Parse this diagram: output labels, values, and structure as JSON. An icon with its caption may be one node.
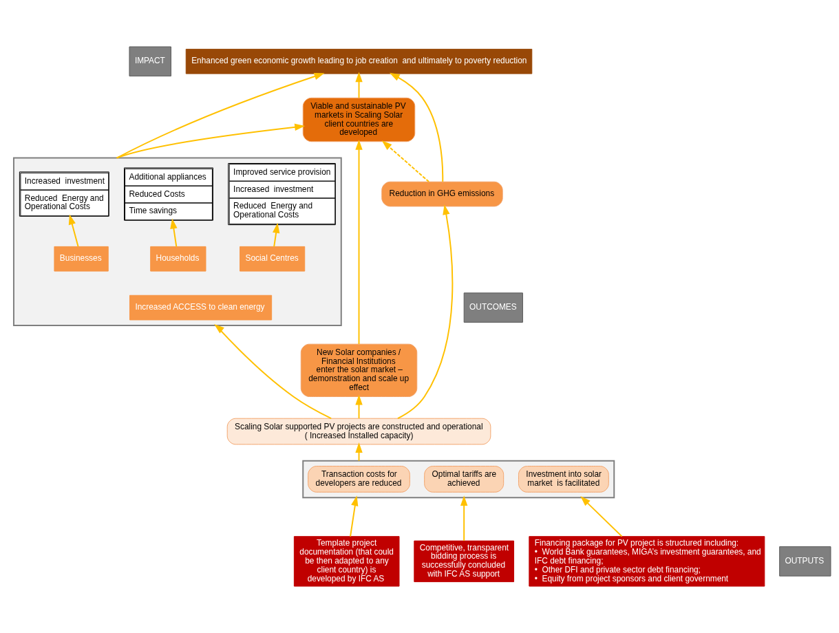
{
  "diagram": {
    "nodes": [
      {
        "text": [
          "IMPACT"
        ]
      },
      {
        "text": [
          "Enhanced green economic growth leading to job creation  and ultimately to poverty reduction"
        ]
      },
      {
        "text": [
          "Viable and sustainable PV markets in Scaling Solar client countries are developed"
        ]
      },
      {
        "text": [
          "OUTCOMES"
        ]
      },
      {
        "text": [],
        "shape": "box"
      },
      {
        "text": [
          "Increased  investment",
          "Reduced  Energy and Operational Costs"
        ],
        "in": 4
      },
      {
        "text": [
          "Additional appliances",
          "Reduced Costs",
          "Time savings"
        ],
        "in": 4
      },
      {
        "text": [
          "Improved service provision",
          "Increased  investment",
          "Reduced  Energy and Operational Costs"
        ],
        "in": 4
      },
      {
        "text": [
          "Businesses"
        ],
        "in": 4
      },
      {
        "text": [
          "Households"
        ],
        "in": 4
      },
      {
        "text": [
          "Social Centres"
        ],
        "in": 4
      },
      {
        "text": [
          "Increased ACCESS to clean energy"
        ],
        "in": 4
      },
      {
        "text": [
          "Reduction in GHG emissions"
        ]
      },
      {
        "text": [
          "New Solar companies / Financial Institutions enter the solar market – demonstration and scale up effect"
        ]
      },
      {
        "text": [
          "Scaling Solar supported PV projects are constructed and operational",
          "( Increased Installed capacity)"
        ]
      },
      {
        "text": [],
        "shape": "box"
      },
      {
        "text": [
          "Transaction costs for developers are reduced"
        ],
        "in": 15
      },
      {
        "text": [
          "Optimal tariffs are achieved"
        ],
        "in": 15
      },
      {
        "text": [
          "Investment into solar market  is facilitated"
        ],
        "in": 15
      },
      {
        "text": [
          "OUTPUTS"
        ]
      },
      {
        "text": [
          "Template project documentation (that could be then adapted to any client country) is developed by IFC AS"
        ]
      },
      {
        "text": [
          "Competitive, transparent bidding process is successfully concluded with IFC AS support"
        ]
      },
      {
        "text": [
          "Financing package for PV project is structured including:",
          "•  World Bank guarantees, MIGA’s investment guarantees, and IFC debt financing;",
          "•  Other DFI and private sector debt financing;",
          "•  Equity from project sponsors and client government"
        ]
      }
    ],
    "edges": [
      {
        "from": 4,
        "to": 1,
        "arrow": "to"
      },
      {
        "from": 2,
        "to": 1,
        "arrow": "to"
      },
      {
        "from": 12,
        "to": 1,
        "arrow": "to"
      },
      {
        "from": 4,
        "to": 2,
        "arrow": "to"
      },
      {
        "from": 13,
        "to": 2,
        "arrow": "to"
      },
      {
        "from": 12,
        "to": 2,
        "arrow": "to",
        "style": "dashed"
      },
      {
        "from": 8,
        "to": 5,
        "arrow": "to"
      },
      {
        "from": 9,
        "to": 6,
        "arrow": "to"
      },
      {
        "from": 10,
        "to": 7,
        "arrow": "to"
      },
      {
        "from": 14,
        "to": 4,
        "arrow": "to"
      },
      {
        "from": 14,
        "to": 13,
        "arrow": "to"
      },
      {
        "from": 14,
        "to": 12,
        "arrow": "to"
      },
      {
        "from": 15,
        "to": 14,
        "arrow": "to"
      },
      {
        "from": 20,
        "to": 15,
        "arrow": "to"
      },
      {
        "from": 21,
        "to": 15,
        "arrow": "to"
      },
      {
        "from": 22,
        "to": 15,
        "arrow": "to"
      }
    ]
  }
}
